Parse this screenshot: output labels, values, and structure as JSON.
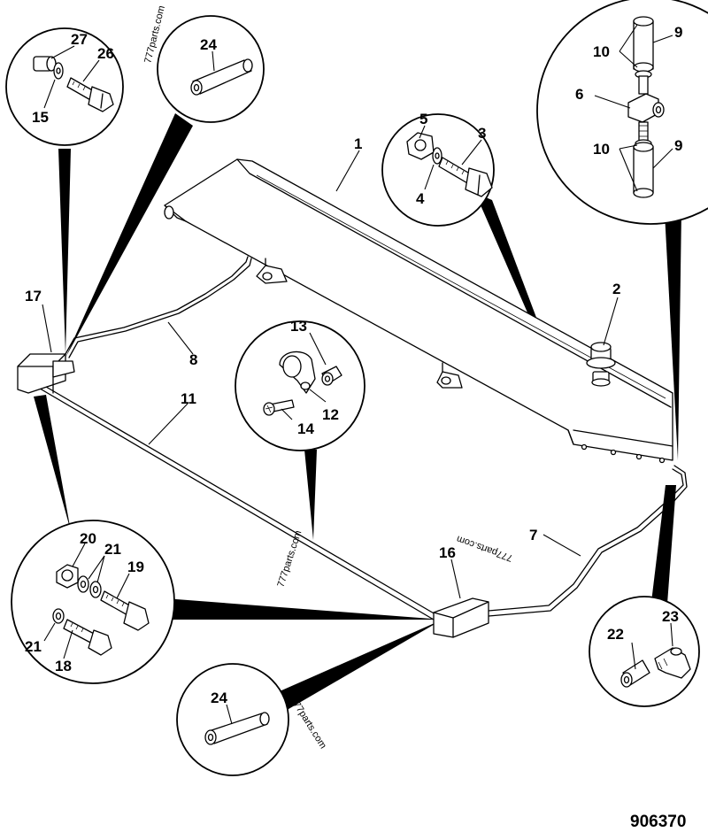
{
  "diagram": {
    "figure_number": "906370",
    "watermarks": [
      "777parts.com",
      "777parts.com",
      "777parts.com",
      "777parts.com"
    ],
    "callouts": {
      "n1": "1",
      "n2": "2",
      "n3": "3",
      "n4": "4",
      "n5": "5",
      "n6": "6",
      "n7": "7",
      "n8": "8",
      "n9a": "9",
      "n9b": "9",
      "n10a": "10",
      "n10b": "10",
      "n11": "11",
      "n12": "12",
      "n13": "13",
      "n14": "14",
      "n15": "15",
      "n16": "16",
      "n17": "17",
      "n18": "18",
      "n19": "19",
      "n20": "20",
      "n21a": "21",
      "n21b": "21",
      "n22": "22",
      "n23": "23",
      "n24a": "24",
      "n24b": "24",
      "n26": "26",
      "n27": "27"
    },
    "colors": {
      "line": "#000000",
      "background": "#ffffff"
    }
  }
}
